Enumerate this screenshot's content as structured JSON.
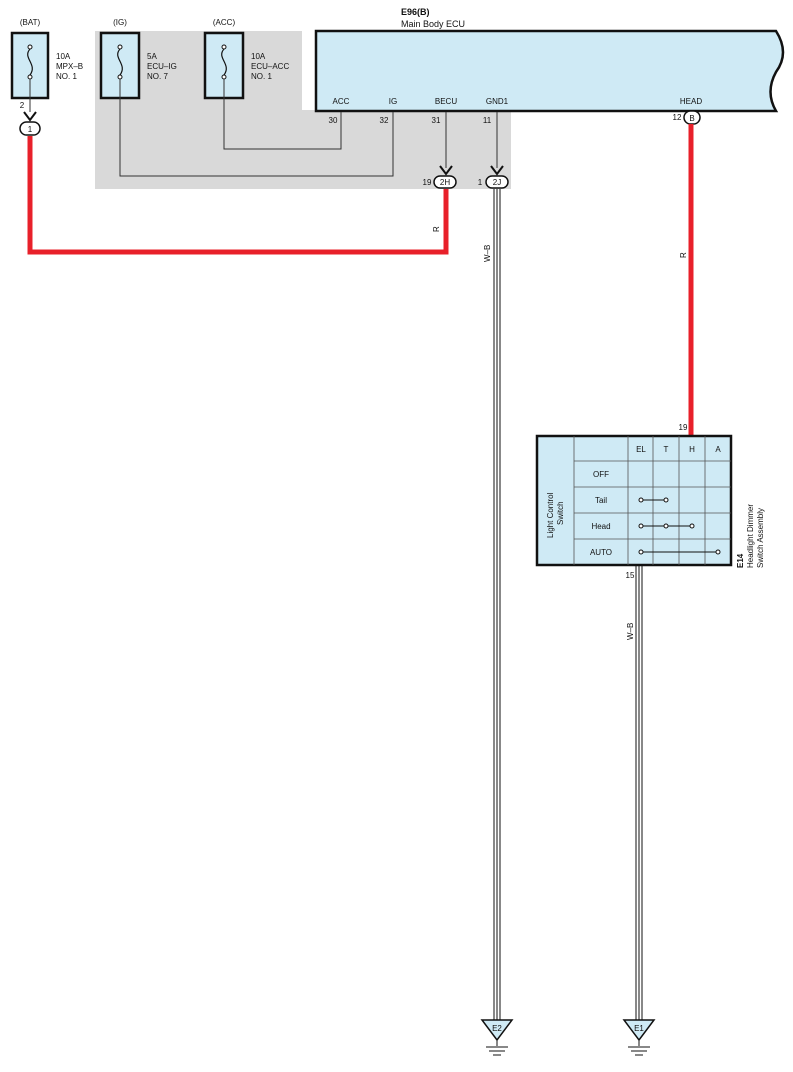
{
  "fuses": [
    {
      "source": "(BAT)",
      "amps": "10A",
      "name": "MPX–B",
      "num": "NO. 1",
      "pin": "2",
      "connector": "1"
    },
    {
      "source": "(IG)",
      "amps": "5A",
      "name": "ECU–IG",
      "num": "NO. 7"
    },
    {
      "source": "(ACC)",
      "amps": "10A",
      "name": "ECU–ACC",
      "num": "NO. 1"
    }
  ],
  "ecu": {
    "code": "E96(B)",
    "name": "Main Body ECU",
    "terminals": [
      {
        "label": "ACC",
        "pin": "30"
      },
      {
        "label": "IG",
        "pin": "32"
      },
      {
        "label": "BECU",
        "pin": "31"
      },
      {
        "label": "GND1",
        "pin": "11"
      },
      {
        "label": "HEAD",
        "pin": "12"
      }
    ],
    "head_connector": "B"
  },
  "junctions": [
    {
      "pin": "19",
      "id": "2H"
    },
    {
      "pin": "1",
      "id": "2J"
    }
  ],
  "wires": {
    "bat_becu": "R",
    "gnd1": "W–B",
    "head": "R",
    "switch_gnd": "W–B"
  },
  "switch": {
    "code": "E14",
    "name_line1": "Headlight Dimmer",
    "name_line2": "Switch Assembly",
    "group_line1": "Light Control",
    "group_line2": "Switch",
    "columns": [
      "EL",
      "T",
      "H",
      "A"
    ],
    "rows": [
      "OFF",
      "Tail",
      "Head",
      "AUTO"
    ],
    "top_pin": "19",
    "bottom_pin": "15"
  },
  "grounds": [
    "E2",
    "E1"
  ]
}
